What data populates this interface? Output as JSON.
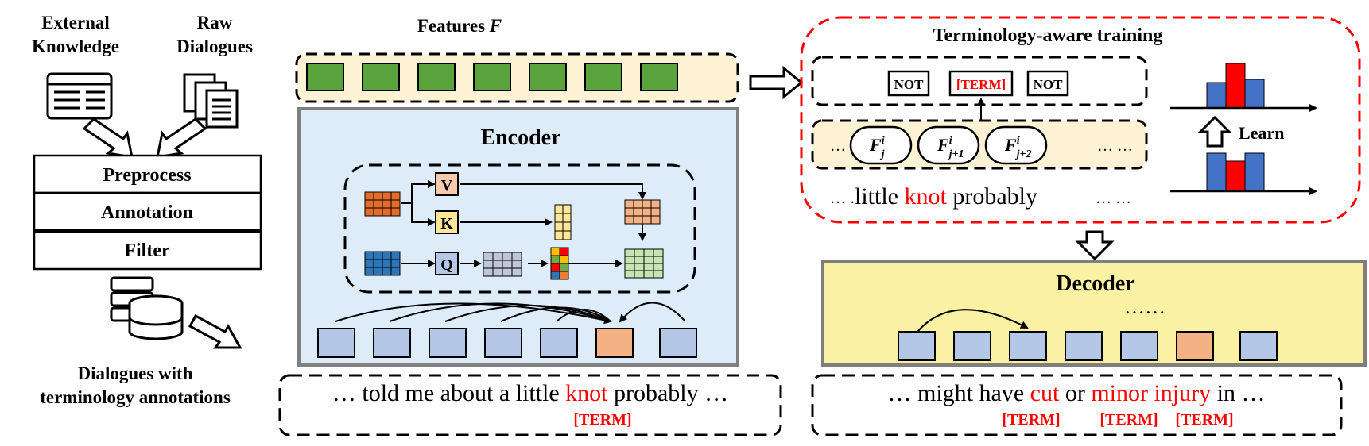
{
  "left": {
    "external_knowledge": [
      "External",
      "Knowledge"
    ],
    "raw_dialogues": [
      "Raw",
      "Dialogues"
    ],
    "steps": [
      "Preprocess",
      "Annotation",
      "Filter"
    ],
    "output_label": [
      "Dialogues with",
      "terminology annotations"
    ]
  },
  "features": {
    "label_prefix": "Features ",
    "label_symbol": "F"
  },
  "encoder": {
    "title": "Encoder",
    "v": "V",
    "k": "K",
    "q": "Q",
    "sentence": {
      "before": "… told me about a little ",
      "term": "knot",
      "after": " probably …",
      "tag": "[TERM]"
    }
  },
  "training": {
    "title": "Terminology-aware training",
    "labels": [
      "NOT",
      "[TERM]",
      "NOT"
    ],
    "feature_base": "F",
    "features": [
      {
        "sup": "i",
        "sub": "j"
      },
      {
        "sup": "i",
        "sub": "j+1"
      },
      {
        "sup": "i",
        "sub": "j+2"
      }
    ],
    "ellipsis": "… …",
    "text": {
      "before": "little ",
      "term": "knot",
      "after": " probably"
    },
    "learn": "Learn"
  },
  "decoder": {
    "title": "Decoder",
    "dots": "……",
    "sentence": {
      "w1": "… might have ",
      "term1": "cut",
      "w2": " or ",
      "term2": "minor injury",
      "w3": " in …",
      "tags": [
        "[TERM]",
        "[TERM]",
        "[TERM]"
      ]
    }
  },
  "colors": {
    "feature_bar": "#fdf2d4",
    "feature_cell": "#5aa33c",
    "encoder_bg": "#deebf8",
    "decoder_bg": "#fbf1a2",
    "token": "#b4c7e7",
    "token_hl": "#f4b183",
    "accent_red": "#ff0000",
    "v_box": "#f8cbad",
    "k_box": "#ffe699",
    "q_box": "#b4c7e7"
  }
}
